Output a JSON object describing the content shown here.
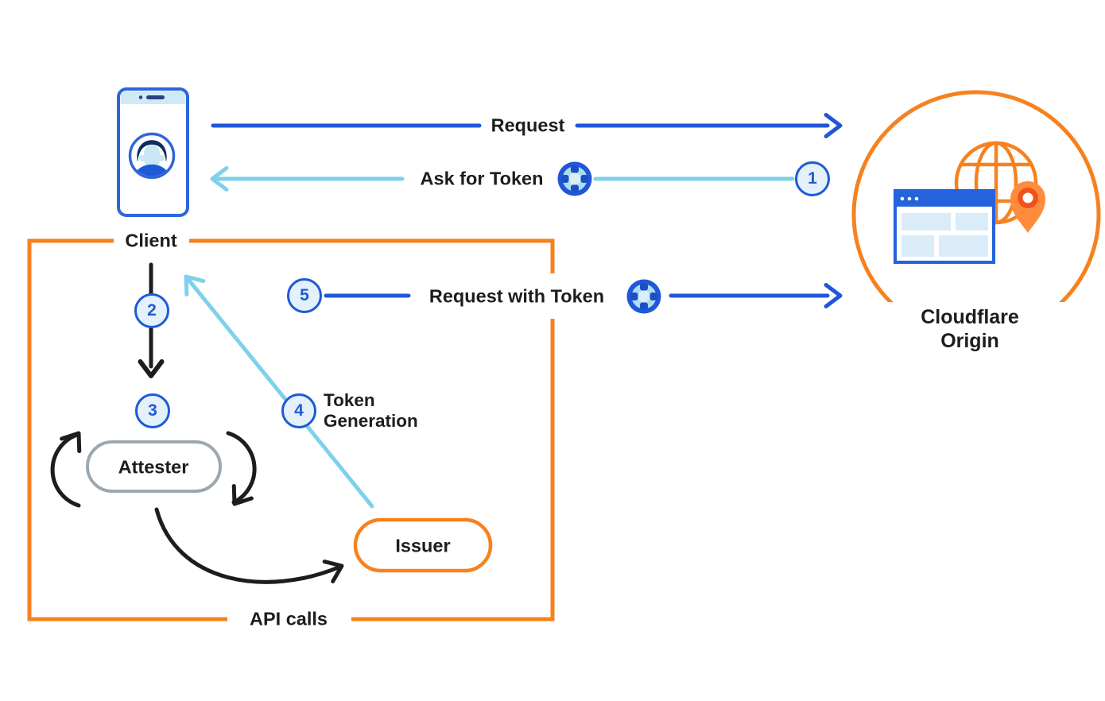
{
  "colors": {
    "orange": "#F6821F",
    "blue": "#2057D6",
    "light_blue": "#7FD1EB",
    "black": "#1D1D1F",
    "gray_border": "#9CA8AF",
    "badge_fill": "#E4F1FB",
    "badge_text": "#1E5AD6"
  },
  "icons": {
    "client": "smartphone-with-user-avatar",
    "cloudflare_origin": "globe-browser-window-location-pin",
    "token": "token-badge"
  },
  "nodes": {
    "client": {
      "label": "Client"
    },
    "cloudflare_origin": {
      "label_line1": "Cloudflare",
      "label_line2": "Origin"
    },
    "attester": {
      "label": "Attester"
    },
    "issuer": {
      "label": "Issuer"
    }
  },
  "flows": {
    "request": {
      "label": "Request"
    },
    "ask_for_token": {
      "label": "Ask for Token",
      "step": "1"
    },
    "client_to_attester": {
      "step": "2"
    },
    "attestation_loop": {
      "step": "3"
    },
    "token_generation": {
      "label_line1": "Token",
      "label_line2": "Generation",
      "step": "4"
    },
    "request_with_token": {
      "label": "Request with Token",
      "step": "5"
    }
  },
  "boundary": {
    "label": "API calls"
  }
}
